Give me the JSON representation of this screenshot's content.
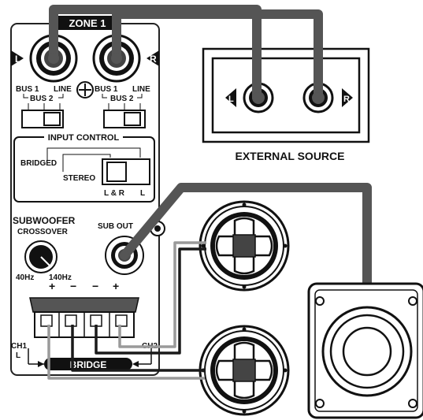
{
  "amp_panel": {
    "zone_label": "ZONE 1",
    "left_badge": "L",
    "right_badge": "R",
    "left_switch": {
      "bus1": "BUS 1",
      "bus2": "BUS 2",
      "line": "LINE"
    },
    "right_switch": {
      "bus1": "BUS 1",
      "bus2": "BUS 2",
      "line": "LINE"
    },
    "input_control": {
      "title": "INPUT CONTROL",
      "bridged": "BRIDGED",
      "stereo": "STEREO",
      "lr": "L & R",
      "l": "L"
    },
    "subwoofer": {
      "title": "SUBWOOFER",
      "crossover": "CROSSOVER",
      "min": "40Hz",
      "max": "140Hz"
    },
    "sub_out": "SUB OUT",
    "polarity": [
      "+",
      "−",
      "−",
      "+"
    ],
    "ch1": "CH1",
    "ch1_sub": "L",
    "ch2": "CH2",
    "bridge": "BRIDGE"
  },
  "external_source": {
    "label": "EXTERNAL SOURCE",
    "left_badge": "L",
    "right_badge": "R"
  },
  "colors": {
    "cable_main": "#555555",
    "wire_black": "#1a1a1a",
    "wire_gray": "#9a9a9a",
    "panel_line": "#222222"
  }
}
